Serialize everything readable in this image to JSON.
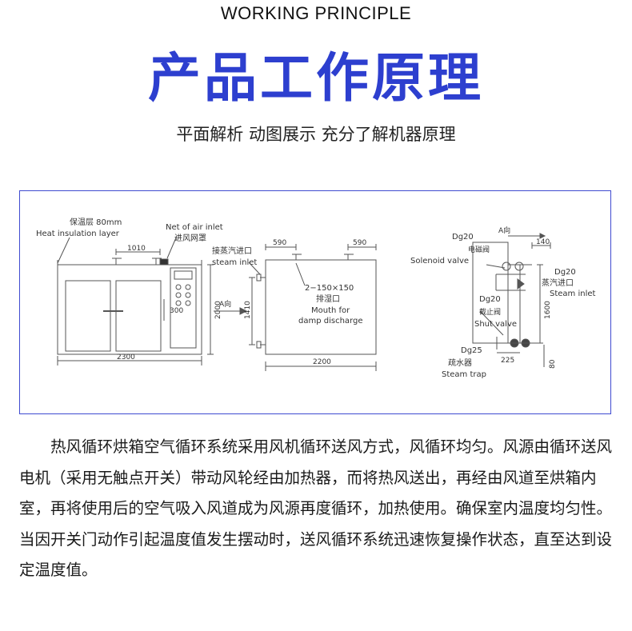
{
  "header": {
    "subtitle_en": "WORKING PRINCIPLE",
    "title_cn": "产品工作原理",
    "tagline": "平面解析 动图展示 充分了解机器原理"
  },
  "diagram": {
    "left": {
      "insulation_cn": "保温层 80mm",
      "insulation_en": "Heat insulation layer",
      "air_inlet_en": "Net of air inlet",
      "air_inlet_cn": "进风网罩",
      "dim_1010": "1010",
      "dim_2300": "2300",
      "dim_2000": "2000",
      "dim_300": "300"
    },
    "middle": {
      "steam_inlet_cn": "接蒸汽进口",
      "steam_inlet_en": "steam inlet",
      "dim_590_a": "590",
      "dim_590_b": "590",
      "vent_size": "2−150×150",
      "vent_cn": "排湿口",
      "vent_en_1": "Mouth for",
      "vent_en_2": "damp discharge",
      "view_label": "A向",
      "dim_1410": "1410",
      "dim_2200": "2200"
    },
    "right": {
      "view_label": "A向",
      "dg20_top": "Dg20",
      "dim_140": "140",
      "solenoid_cn": "电磁阀",
      "solenoid_en": "Solenoid valve",
      "dg20_right": "Dg20",
      "steam_in_cn": "蒸汽进口",
      "steam_in_en": "Steam inlet",
      "dg20_mid": "Dg20",
      "shut_cn": "截止阀",
      "shut_en": "Shut valve",
      "dim_1600": "1600",
      "dg25": "Dg25",
      "dim_225": "225",
      "trap_cn": "疏水器",
      "trap_en": "Steam trap",
      "dim_80": "80"
    }
  },
  "body": {
    "paragraph": "热风循环烘箱空气循环系统采用风机循环送风方式，风循环均匀。风源由循环送风电机（采用无触点开关）带动风轮经由加热器，而将热风送出，再经由风道至烘箱内室，再将使用后的空气吸入风道成为风源再度循环，加热使用。确保室内温度均匀性。当因开关门动作引起温度值发生摆动时，送风循环系统迅速恢复操作状态，直至达到设定温度值。"
  }
}
